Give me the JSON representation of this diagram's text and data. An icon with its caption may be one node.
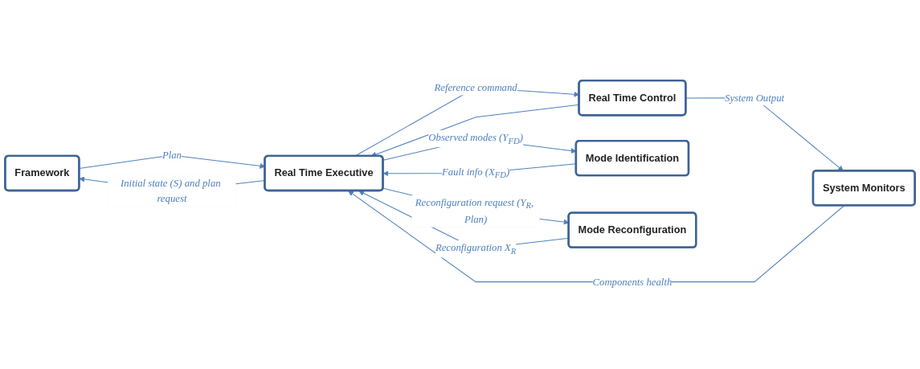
{
  "diagram": {
    "nodes": [
      {
        "text": [
          "Framework"
        ]
      },
      {
        "text": [
          "Real Time Executive"
        ]
      },
      {
        "text": [
          "Real Time Control"
        ]
      },
      {
        "text": [
          "System Monitors"
        ]
      },
      {
        "text": [
          "Mode Identification"
        ]
      },
      {
        "text": [
          "Mode Reconfiguration"
        ]
      }
    ],
    "edges": [
      {
        "from": 1,
        "to": 0,
        "arrow": "to",
        "label": "Initial state (S) and plan request"
      },
      {
        "from": 0,
        "to": 1,
        "arrow": "to",
        "label": "Plan"
      },
      {
        "from": 1,
        "to": 2,
        "arrow": "to",
        "label": "Reference command"
      },
      {
        "from": 2,
        "to": 1,
        "arrow": "to"
      },
      {
        "from": 2,
        "to": 3,
        "arrow": "to",
        "label": "System Output"
      },
      {
        "from": 3,
        "to": 1,
        "arrow": "to",
        "label": "Components health"
      },
      {
        "from": 4,
        "to": 1,
        "arrow": "to",
        "label": "Fault info (X$_{FD}$)"
      },
      {
        "from": 1,
        "to": 4,
        "arrow": "to",
        "label": "Observed modes (Y$_{FD}$)"
      },
      {
        "from": 5,
        "to": 1,
        "arrow": "to",
        "label": "Reconfiguration X$_{R}$"
      },
      {
        "from": 1,
        "to": 5,
        "arrow": "to",
        "label": "Reconfiguration request (Y$_{R}$, Plan)"
      }
    ]
  }
}
